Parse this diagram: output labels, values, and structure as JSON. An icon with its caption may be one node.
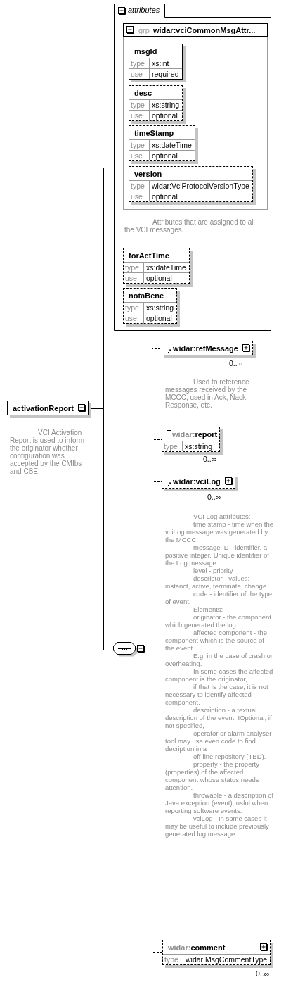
{
  "diagram": {
    "nodes": [
      {
        "text": [
          "attributes"
        ]
      },
      {
        "text": [
          "grp",
          "widar:vciCommonMsgAttr..."
        ],
        "in": 0,
        "beside": [
          "Attributes that are assigned to all the VCI messages."
        ]
      },
      {
        "text": [
          "msgId",
          "type",
          "xs:int",
          "use",
          "required"
        ],
        "in": 1
      },
      {
        "text": [
          "desc",
          "type",
          "xs:string",
          "use",
          "optional"
        ],
        "in": 1
      },
      {
        "text": [
          "timeStamp",
          "type",
          "xs:dateTime",
          "use",
          "optional"
        ],
        "in": 1
      },
      {
        "text": [
          "version",
          "type",
          "widar:VciProtocolVersionType",
          "use",
          "optional"
        ],
        "in": 1
      },
      {
        "text": [
          "forActTime",
          "type",
          "xs:dateTime",
          "use",
          "optional"
        ],
        "in": 0
      },
      {
        "text": [
          "notaBene",
          "type",
          "xs:string",
          "use",
          "optional"
        ],
        "in": 0
      },
      {
        "text": [
          "activationReport"
        ],
        "beside": [
          "VCI Activation Report is used to inform the originator whether configuration was accepted by the CMIbs and CBE."
        ]
      },
      {
        "text": [],
        "shape": "octagon"
      },
      {
        "text": [
          "widar:refMessage"
        ],
        "beside": [
          "0..∞",
          "Used to reference messages received by the MCCC, used in Ack, Nack, Response, etc."
        ]
      },
      {
        "text": [
          "widar:report",
          "type",
          "xs:string"
        ],
        "beside": [
          "0..∞"
        ]
      },
      {
        "text": [
          "widar:vciLog"
        ],
        "beside": [
          "0..∞",
          "VCI Log atttributes:",
          "time stamp - time when the vciLog message was generated by the MCCC.",
          "message ID - identifier, a positive integer. Unique identifier of the Log message.",
          "level - priority",
          "descriptor - values: instanct, active, terminate, change",
          "code - identifier of the type of event.",
          "Elements:",
          "originator - the component which generated the log.",
          "affected component - the component which is the source of the event.",
          "E.g. in the case of crash or overheating.",
          "In some cases the affected component is the originator,",
          "if that is the case, it is not necessary to identify affected component.",
          "description - a textual description of the event. IOptional, if not specified,",
          "operator or alarm analyser tool may use even code to find decription in a",
          "off-line repository (TBD).",
          "property - the property (properties) of the affected component whose status needs attention.",
          "throwable - a description of Java exception (event), usful when reporting software events.",
          "vciLog - In some cases it may be useful to include previously generated log message."
        ]
      },
      {
        "text": [
          "widar:comment",
          "type",
          "widar:MsgCommentType"
        ],
        "beside": [
          "0..∞"
        ]
      }
    ],
    "edges": [
      {
        "from": 8,
        "to": 0,
        "arrow": "none"
      },
      {
        "from": 8,
        "to": 9,
        "arrow": "none"
      },
      {
        "from": 9,
        "to": 10,
        "arrow": "none",
        "style": "dashed"
      },
      {
        "from": 9,
        "to": 11,
        "arrow": "none",
        "style": "dashed"
      },
      {
        "from": 9,
        "to": 12,
        "arrow": "none",
        "style": "dashed"
      },
      {
        "from": 9,
        "to": 13,
        "arrow": "none",
        "style": "dashed"
      }
    ]
  }
}
